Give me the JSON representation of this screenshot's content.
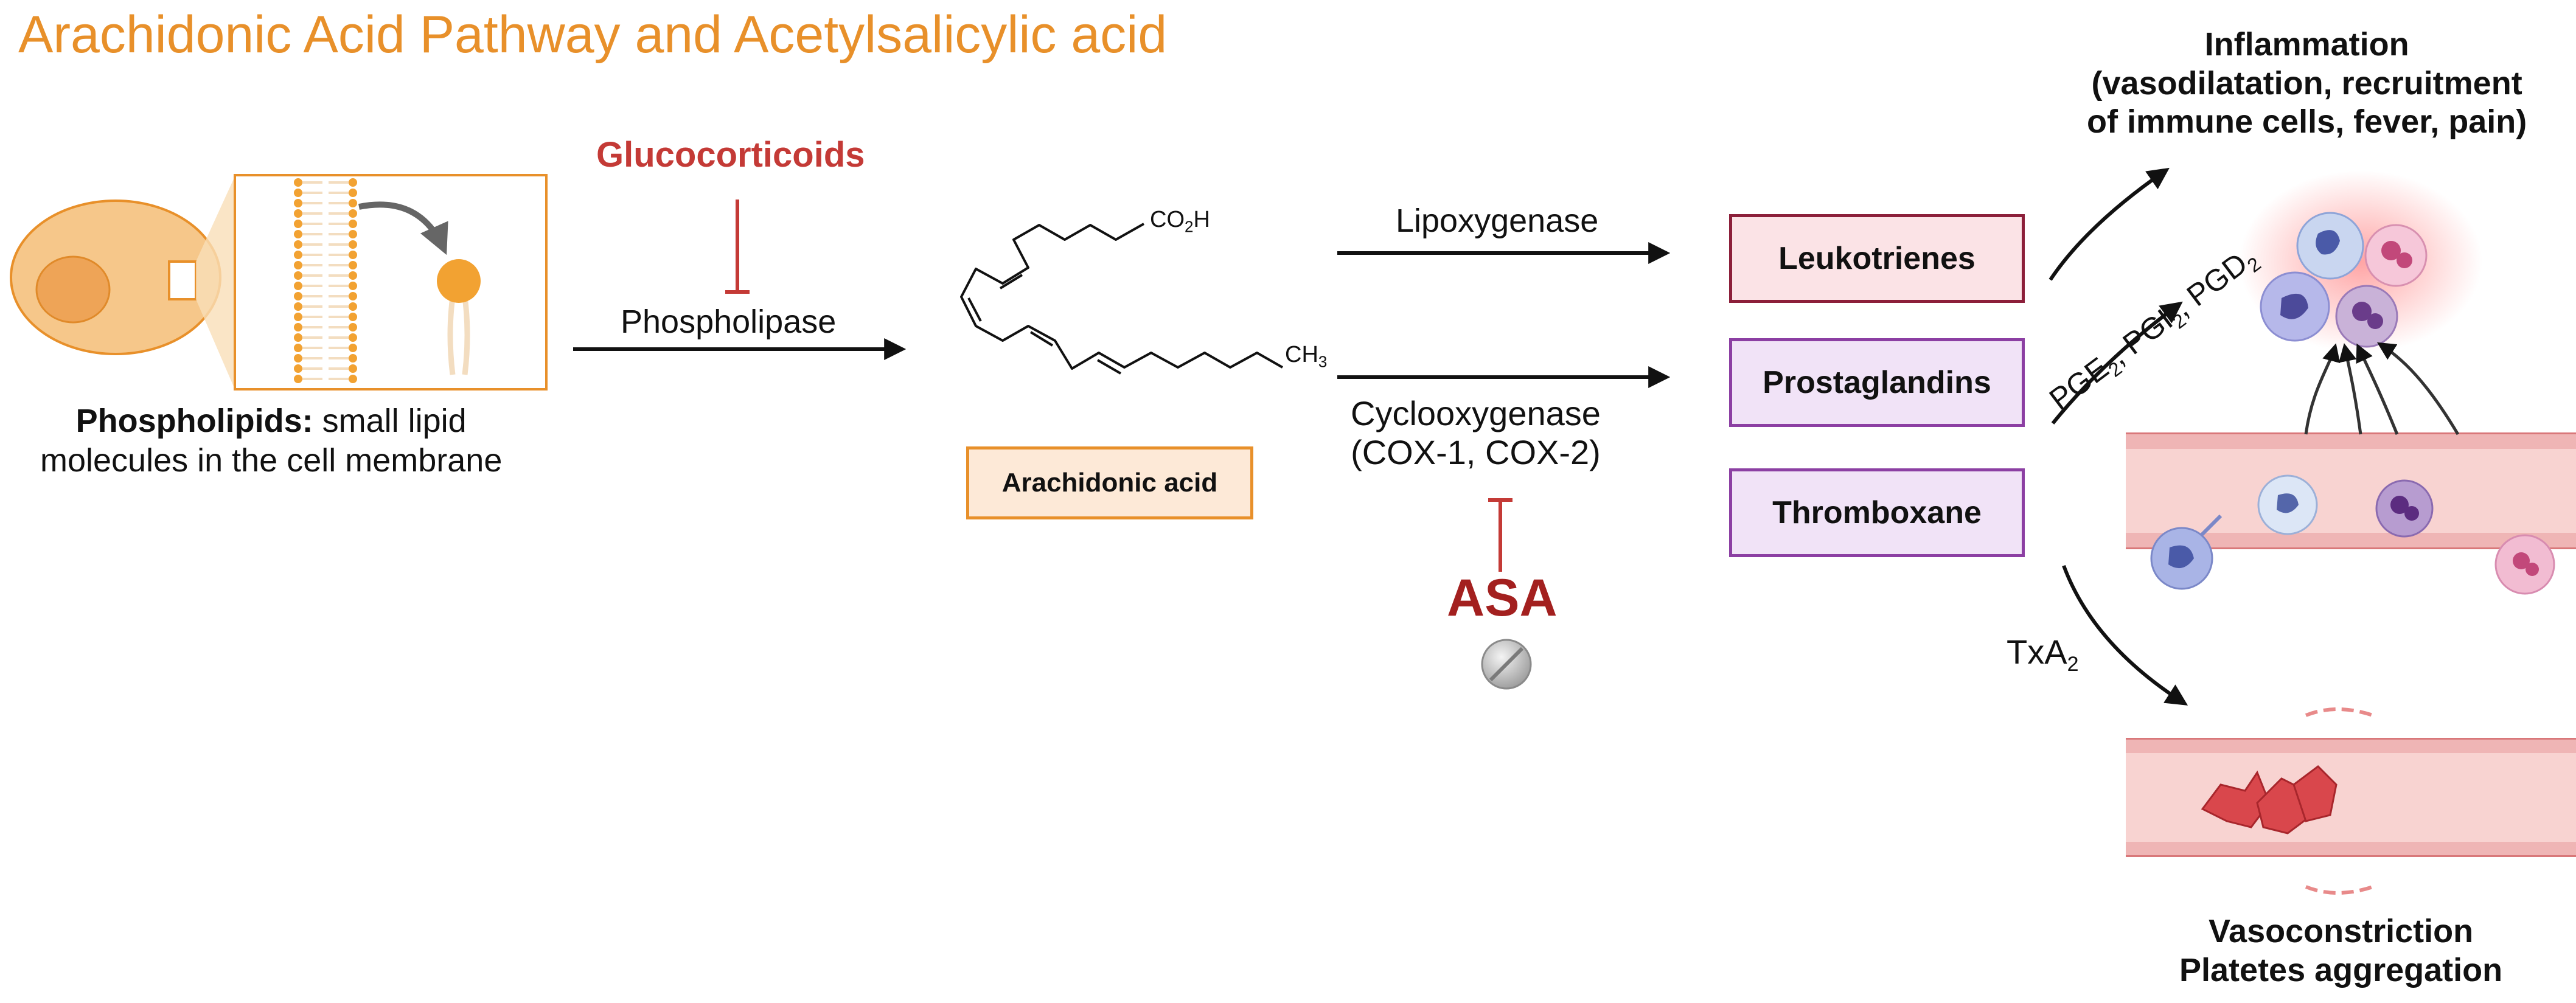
{
  "title": "Arachidonic Acid Pathway and Acetylsalicylic acid",
  "phospholipids": {
    "label_bold": "Phospholipids:",
    "label_rest": " small lipid",
    "label_line2": "molecules in the cell membrane"
  },
  "glucocorticoids": "Glucocorticoids",
  "phospholipase": "Phospholipase",
  "arachidonic_acid": {
    "co2h_main": "CO",
    "co2h_sub": "2",
    "co2h_end": "H",
    "ch3_main": "CH",
    "ch3_sub": "3",
    "box_label": "Arachidonic acid"
  },
  "enzymes": {
    "lipoxygenase": "Lipoxygenase",
    "cox_line1": "Cyclooxygenase",
    "cox_line2": "(COX-1, COX-2)"
  },
  "asa": "ASA",
  "products": {
    "leukotrienes": "Leukotrienes",
    "prostaglandins": "Prostaglandins",
    "thromboxane": "Thromboxane"
  },
  "pge_label": {
    "pge": "PGE",
    "pge_sub": "2",
    "sep1": ", ",
    "pgi": "PGI",
    "pgi_sub": "2",
    "sep2": ", ",
    "pgd": "PGD",
    "pgd_sub": "2"
  },
  "txa_label": {
    "main": "TxA",
    "sub": "2"
  },
  "inflammation": {
    "line1": "Inflammation",
    "line2": "(vasodilatation, recruitment",
    "line3": "of immune cells, fever, pain)"
  },
  "vasoconstriction": {
    "line1": "Vasoconstriction",
    "line2": "Platetes aggregation"
  },
  "colors": {
    "title_orange": "#e8902a",
    "inhibitor_red": "#c43a36",
    "asa_red": "#a3201f",
    "leukotrienes_border": "#8c1f3a",
    "prostaglandins_border": "#8c3fa3",
    "arachidonic_border": "#e8902a"
  },
  "icons": [
    "cell-icon",
    "membrane-bilayer-icon",
    "phospholipid-icon",
    "pill-icon",
    "immune-cells-icon",
    "blood-vessel-icon",
    "platelet-clot-icon"
  ]
}
